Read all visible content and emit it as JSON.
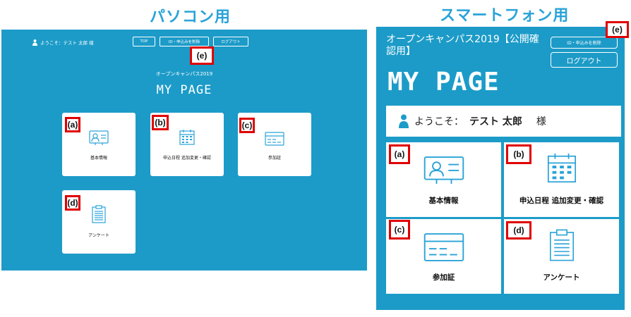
{
  "pc": {
    "heading": "パソコン用",
    "greeting": "ようこそ：テスト 太郎 様",
    "nav": [
      "TOP",
      "ID・申込みを削除",
      "ログアウト"
    ],
    "subtitle": "オープンキャンパス2019",
    "title": "MY PAGE",
    "cards": [
      "基本情報",
      "申込日程 追加変更・確認",
      "参加証",
      "アンケート"
    ]
  },
  "sp": {
    "heading": "スマートフォン用",
    "event_title": "オープンキャンパス2019【公開確認用】",
    "delete_button": "ID・申込みを削除",
    "logout_button": "ログアウト",
    "title": "MY PAGE",
    "greeting_prefix": "ようこそ：",
    "user_name": "テスト 太郎",
    "greeting_suffix": "様",
    "cards": [
      "基本情報",
      "申込日程 追加変更・確認",
      "参加証",
      "アンケート"
    ]
  },
  "callouts": {
    "a": "(a)",
    "b": "(b)",
    "c": "(c)",
    "d": "(d)",
    "e": "(e)"
  },
  "colors": {
    "panel_blue": "#1c9bc8",
    "heading_blue": "#2aa3d8",
    "callout_red": "#e00000"
  },
  "icons": [
    "person-icon",
    "id-card-icon",
    "calendar-icon",
    "pass-card-icon",
    "clipboard-icon"
  ]
}
